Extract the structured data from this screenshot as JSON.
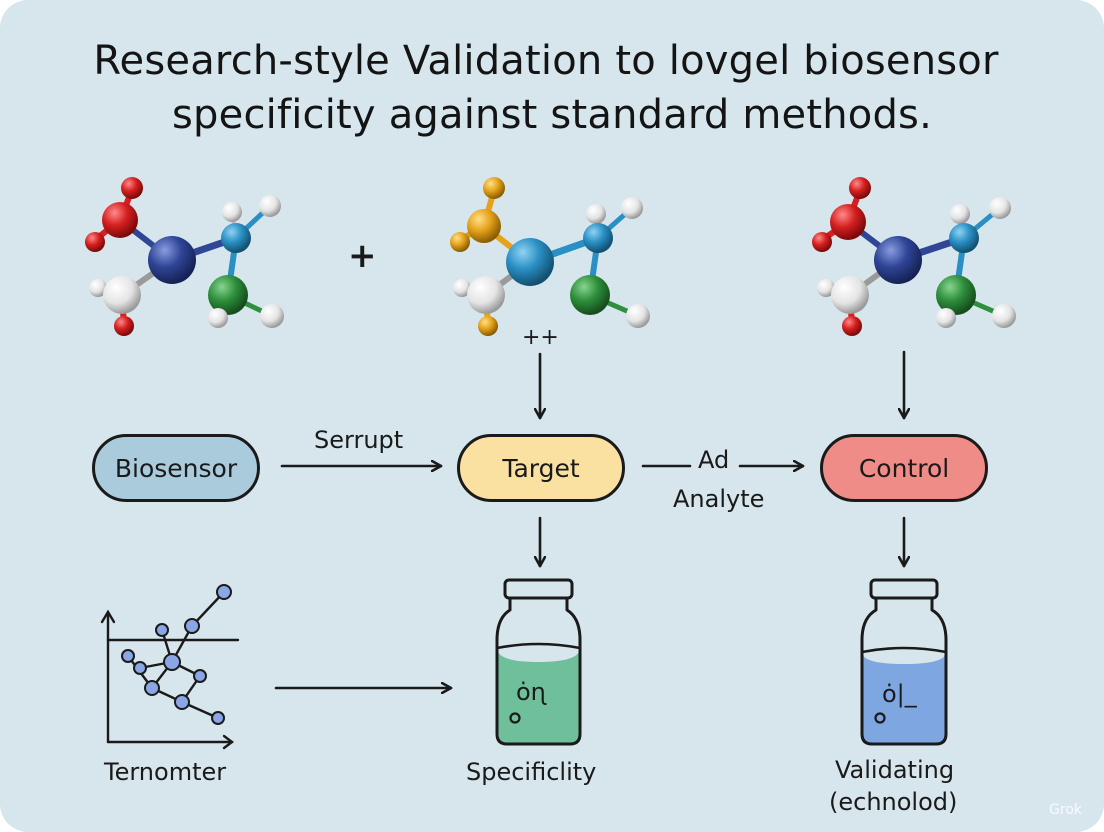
{
  "title": {
    "line1": "Research-style Validation to lovgel biosensor",
    "line2": "specificity against standard methods."
  },
  "nodes": {
    "biosensor": "Biosensor",
    "target": "Target",
    "control": "Control"
  },
  "edge_labels": {
    "serrupt": "Serrupt",
    "ad": "Ad",
    "analyte": "Analyte",
    "plusplus": "++",
    "plus": "+"
  },
  "captions": {
    "thermometer": "Ternomter",
    "specificity": "Specificlity",
    "validating_line1": "Validating",
    "validating_line2": "(echnolod)"
  },
  "bottle_marks": {
    "green": "ȯɳ",
    "blue": "ȯ|_"
  },
  "watermark": "Grok",
  "colors": {
    "background": "#d6e6ec",
    "biosensor": "#a9cbdc",
    "target": "#fbe1a1",
    "control": "#ef8c87",
    "bottle_green": "#6fbf9a",
    "bottle_blue": "#7ea7e2",
    "atom_red": "#d61f1f",
    "atom_navy": "#2f4596",
    "atom_teal": "#2a8fc4",
    "atom_green": "#2e8f3c",
    "atom_gold": "#e5a21a",
    "atom_white": "#f0f0f0"
  }
}
